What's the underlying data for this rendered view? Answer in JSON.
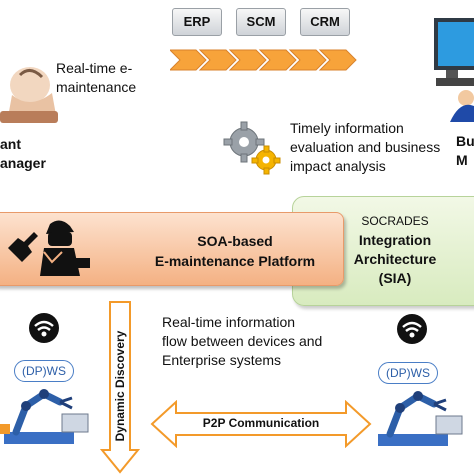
{
  "modules": [
    "ERP",
    "SCM",
    "CRM"
  ],
  "labels": {
    "realtime_emaint_1": "Real-time e-",
    "realtime_emaint_2": "maintenance",
    "plant_manager_1": "ant",
    "plant_manager_2": "anager",
    "timely_1": "Timely information",
    "timely_2": "evaluation and business",
    "timely_3": "impact analysis",
    "business_1": "Bu",
    "business_2": "M",
    "soa_1": "SOA-based",
    "soa_2": "E-maintenance Platform",
    "sia_1": "SOCRADES",
    "sia_2": "Integration",
    "sia_3": "Architecture",
    "sia_4": "(SIA)",
    "flow_1": "Real-time information",
    "flow_2": "flow between devices and",
    "flow_3": "Enterprise systems",
    "dynamic_discovery": "Dynamic Discovery",
    "p2p": "P2P Communication",
    "dpws_left": "(DP)WS",
    "dpws_right": "(DP)WS"
  },
  "colors": {
    "chevron": "#f7a33a",
    "platform": "#f4b183",
    "sia": "#d8ebbf",
    "accent_blue": "#2d5fa8"
  }
}
